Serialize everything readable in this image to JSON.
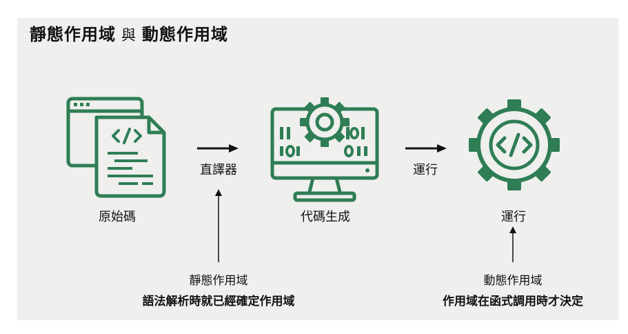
{
  "title": {
    "part1": "靜態作用域",
    "connector": "與",
    "part2": "動態作用域"
  },
  "stages": {
    "source": {
      "label": "原始碼",
      "icon": "source-code-file-icon"
    },
    "codegen": {
      "label": "代碼生成",
      "icon": "computer-gear-binary-icon"
    },
    "run": {
      "label": "運行",
      "icon": "gear-code-icon"
    }
  },
  "arrows": {
    "first": {
      "label": "直譯器"
    },
    "second": {
      "label": "運行"
    }
  },
  "notes": {
    "static": {
      "title": "靜態作用域",
      "desc": "語法解析時就已經確定作用域"
    },
    "dynamic": {
      "title": "動態作用域",
      "desc": "作用域在函式調用時才決定"
    }
  },
  "colors": {
    "icon_green": "#2e7d55",
    "panel_bg": "#efefed",
    "text": "#111111"
  }
}
